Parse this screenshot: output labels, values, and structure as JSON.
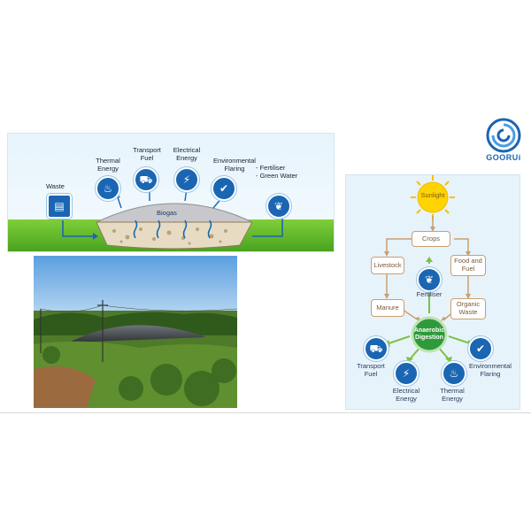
{
  "banner": {
    "waste": "Waste",
    "thermal": [
      "Thermal",
      "Energy"
    ],
    "transport": [
      "Transport",
      "Fuel"
    ],
    "electrical": [
      "Electrical",
      "Energy"
    ],
    "environmental": [
      "Environmental",
      "Flaring"
    ],
    "fertiliser": [
      "- Fertiliser",
      "- Green Water"
    ],
    "biogas": "Biogas"
  },
  "logo": {
    "text": "GOORUi",
    "color": "#1a66b3"
  },
  "panel": {
    "sunlight": "Sunlight",
    "crops": "Crops",
    "livestock": "Livestock",
    "food_fuel": [
      "Food and",
      "Fuel"
    ],
    "fertiliser": "Fertiliser",
    "manure": "Manure",
    "organic_waste": [
      "Organic",
      "Waste"
    ],
    "anaerobic": [
      "Anaerobic",
      "Digestion"
    ],
    "transport": [
      "Transport",
      "Fuel"
    ],
    "electrical": [
      "Electrical",
      "Energy"
    ],
    "thermal": [
      "Thermal",
      "Energy"
    ],
    "environmental": [
      "Environmental",
      "Flaring"
    ]
  },
  "colors": {
    "icon_blue": "#1a66b3",
    "arrow_green": "#7cc242",
    "box_border": "#c8a070",
    "anaerobic": "#2e9a3a"
  }
}
